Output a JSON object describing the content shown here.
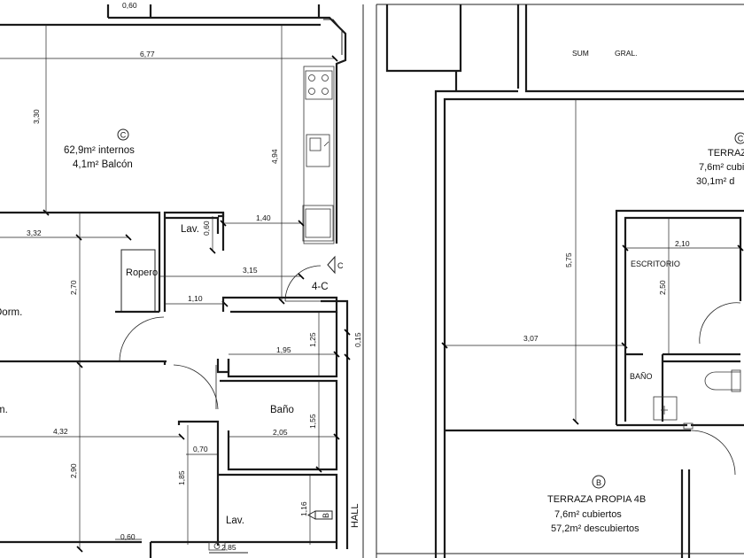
{
  "left_plan": {
    "unit_label": "C",
    "area_internal": "62,9m² internos",
    "area_balcony": "4,1m² Balcón",
    "rooms": {
      "laundry_top": "Lav.",
      "closet": "Ropero",
      "unit_id": "4-C",
      "bedroom_1": "Dorm.",
      "bedroom_2": "m.",
      "bathroom": "Baño",
      "laundry_bottom": "Lav.",
      "hall": "HALL"
    },
    "markers": {
      "c": "C",
      "b": "B"
    },
    "dimensions": {
      "top_stub": "0,60",
      "width_main": "6,77",
      "height_living": "3,30",
      "height_kitchen": "4,94",
      "lav_height": "0,60",
      "lav_width": "1,40",
      "bed1_width": "3,32",
      "corridor": "3,15",
      "bed1_height": "2,70",
      "corr_small": "1,10",
      "bath_upper_w": "1,95",
      "bath_upper_h": "1,25",
      "wall_015": "0,15",
      "bed2_width": "4,32",
      "bed2_height": "2,90",
      "bath_w": "2,05",
      "bath_h": "1,55",
      "niche_w": "0,70",
      "niche_h": "1,85",
      "lav_bottom_h": "1,16",
      "bottom_stub": "0,60",
      "bottom_w": "2,85"
    }
  },
  "right_plan": {
    "sum_label": "SUM",
    "gral_label": "GRAL.",
    "unit_c": {
      "marker": "C",
      "title": "TERRAZA",
      "covered": "7,6m² cubi",
      "uncovered": "30,1m² d"
    },
    "dimensions": {
      "height": "5,75",
      "width": "3,07",
      "office_w": "2,10",
      "office_h": "2,50"
    },
    "rooms": {
      "office": "ESCRITORIO",
      "bath": "BAÑO"
    },
    "unit_b": {
      "marker": "B",
      "title": "TERRAZA PROPIA  4B",
      "covered": "7,6m² cubiertos",
      "uncovered": "57,2m² descubiertos"
    }
  }
}
